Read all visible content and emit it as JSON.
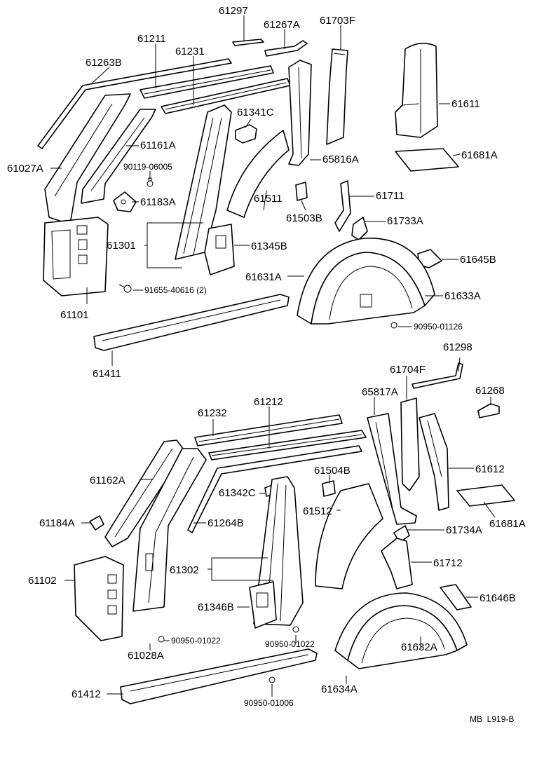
{
  "diagram": {
    "ref": "MB  L919-B",
    "labels": {
      "p61297": "61297",
      "p61267A": "61267A",
      "p61703F": "61703F",
      "p61211": "61211",
      "p61231": "61231",
      "p61263B": "61263B",
      "p61611": "61611",
      "p61341C": "61341C",
      "p61161A": "61161A",
      "p61027A": "61027A",
      "p90119_06005": "90119-06005",
      "p65816A": "65816A",
      "p61681A_top": "61681A",
      "p61183A": "61183A",
      "p61511": "61511",
      "p61711": "61711",
      "p61503B": "61503B",
      "p61733A": "61733A",
      "p61301": "61301",
      "p61345B": "61345B",
      "p61645B": "61645B",
      "p61631A": "61631A",
      "p91655_40616": "91655-40616 (2)",
      "p61633A": "61633A",
      "p61101": "61101",
      "p90950_01126": "90950-01126",
      "p61411": "61411",
      "p61298": "61298",
      "p61704F": "61704F",
      "p65817A": "65817A",
      "p61268": "61268",
      "p61232": "61232",
      "p61212": "61212",
      "p61162A": "61162A",
      "p61504B": "61504B",
      "p61612": "61612",
      "p61342C": "61342C",
      "p61512": "61512",
      "p61681A_bottom": "61681A",
      "p61184A": "61184A",
      "p61264B": "61264B",
      "p61734A": "61734A",
      "p61102": "61102",
      "p61302": "61302",
      "p61712": "61712",
      "p61346B": "61346B",
      "p61646B": "61646B",
      "p90950_01022_left": "90950-01022",
      "p90950_01022_right": "90950-01022",
      "p61632A": "61632A",
      "p61028A": "61028A",
      "p61634A": "61634A",
      "p61412": "61412",
      "p90950_01006": "90950-01006"
    }
  }
}
